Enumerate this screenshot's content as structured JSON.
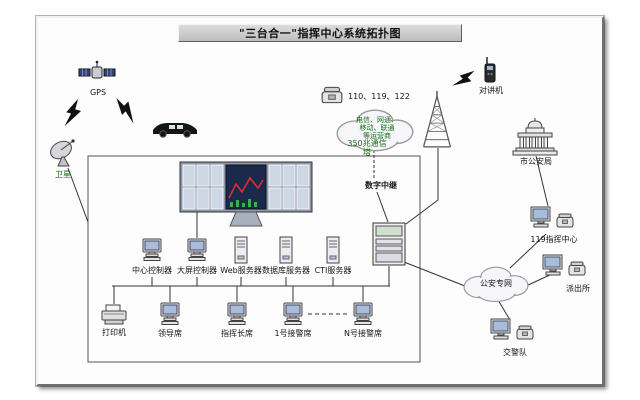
{
  "title": "\"三台合一\"指挥中心系统拓扑图",
  "colors": {
    "accent_green": "#157015",
    "connector_line": "#333333",
    "wall_screen_navy": "#1b2a4a",
    "wall_chart_red": "#e03030",
    "wall_chart_green": "#37b34a"
  },
  "external": {
    "gps": "GPS",
    "satellite_dish": "卫星",
    "alarm_numbers": "110、119、122",
    "telecom_cloud_lines": [
      "电信、网通、",
      "移动、联通",
      "等运营商"
    ],
    "intercom": "对讲机",
    "radio_tower": "350兆通信塔",
    "digital_trunk": "数字中继",
    "city_bureau": "市公安局",
    "center_119": "119指挥中心",
    "police_network": "公安专网",
    "police_station": "派出所",
    "traffic_police": "交警队"
  },
  "room": {
    "center_controller": "中心控制器",
    "screen_controller": "大屏控制器",
    "web_server": "Web服务器",
    "db_server": "数据库服务器",
    "cti_server": "CTI服务器",
    "printer": "打印机",
    "leader_seat": "领导席",
    "commander_seat": "指挥长席",
    "seat_1": "1号接警席",
    "seat_n": "N号接警席"
  }
}
